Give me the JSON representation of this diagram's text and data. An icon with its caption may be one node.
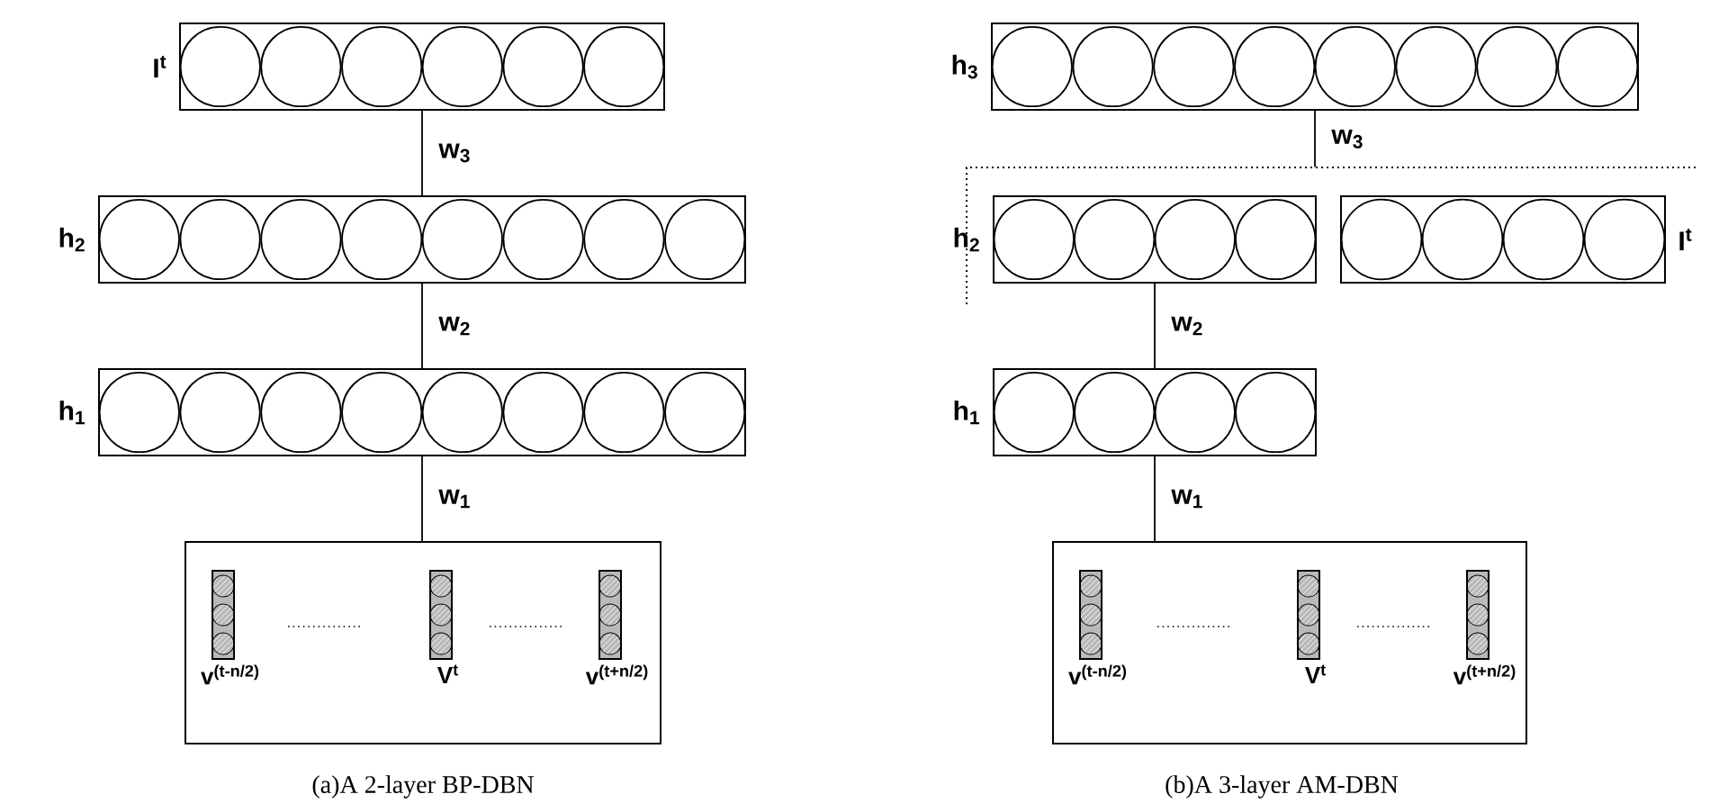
{
  "diagram": {
    "nodes": [
      {
        "text": [
          "I$^{t}$"
        ]
      },
      {
        "text": [
          "h$_{2}$"
        ]
      },
      {
        "text": [
          "h$_{1}$"
        ]
      },
      {
        "text": [],
        "shape": "box"
      },
      {
        "text": [
          "v$^{(t-n/2)}$"
        ],
        "in": 3
      },
      {
        "text": [
          "V$^{t}$"
        ],
        "in": 3
      },
      {
        "text": [
          "v$^{(t+n/2)}$"
        ],
        "in": 3
      },
      {
        "text": [
          "h$_{3}$"
        ]
      },
      {
        "text": [],
        "shape": "box"
      },
      {
        "text": [
          "h$_{2}$"
        ],
        "in": 8
      },
      {
        "text": [
          "I$^{t}$"
        ],
        "in": 8
      },
      {
        "text": [
          "h$_{1}$"
        ]
      },
      {
        "text": [],
        "shape": "box"
      },
      {
        "text": [
          "v$^{(t-n/2)}$"
        ],
        "in": 12
      },
      {
        "text": [
          "V$^{t}$"
        ],
        "in": 12
      },
      {
        "text": [
          "v$^{(t+n/2)}$"
        ],
        "in": 12
      }
    ],
    "edges": [
      {
        "from": 0,
        "to": 1,
        "arrow": "none",
        "label": "w$_{3}$"
      },
      {
        "from": 1,
        "to": 2,
        "arrow": "none",
        "label": "w$_{2}$"
      },
      {
        "from": 2,
        "to": 3,
        "arrow": "none",
        "label": "w$_{1}$"
      },
      {
        "from": 7,
        "to": 8,
        "arrow": "none",
        "label": "w$_{3}$"
      },
      {
        "from": 9,
        "to": 11,
        "arrow": "none",
        "label": "w$_{2}$"
      },
      {
        "from": 11,
        "to": 12,
        "arrow": "none",
        "label": "w$_{1}$"
      }
    ],
    "labels": [
      "(a)A 2-layer BP-DBN",
      "(b)A 3-layer AM-DBN"
    ]
  }
}
